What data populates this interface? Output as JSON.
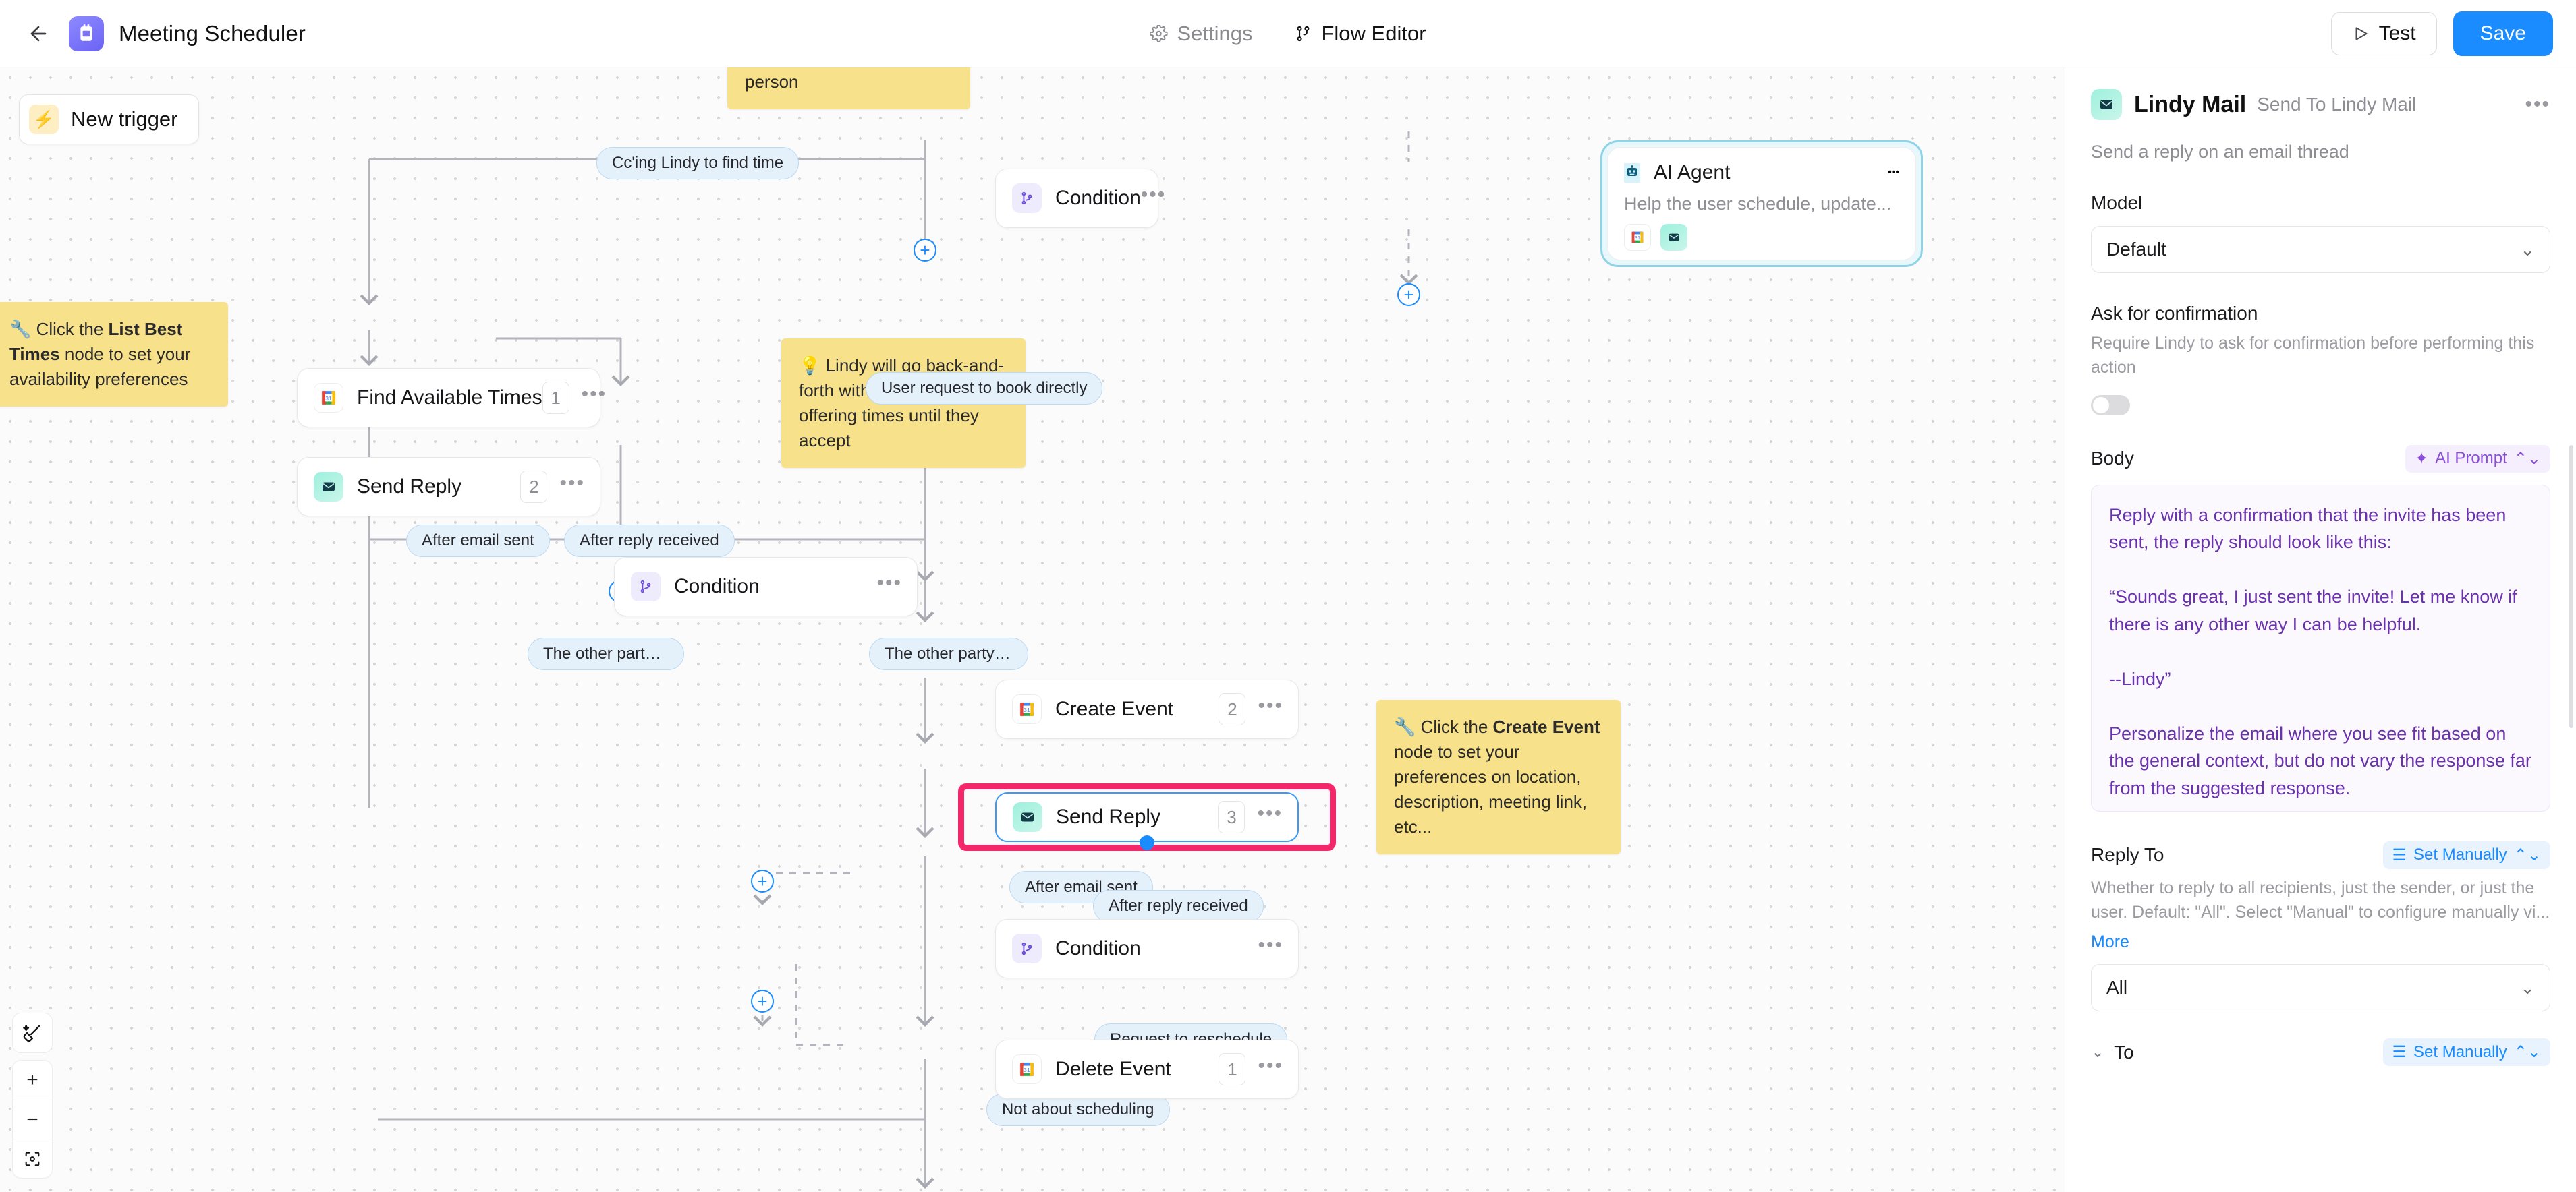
{
  "topbar": {
    "back_icon": "arrow-left-icon",
    "app_icon": "calendar-app-icon",
    "title": "Meeting Scheduler",
    "tabs": [
      {
        "label": "Settings",
        "icon": "gear-icon",
        "active": false
      },
      {
        "label": "Flow Editor",
        "icon": "flow-branch-icon",
        "active": true
      }
    ],
    "test_label": "Test",
    "save_label": "Save",
    "save_color": "#1a8cff"
  },
  "canvas": {
    "new_trigger_label": "New trigger",
    "nodes": [
      {
        "id": "find-available-times",
        "label": "Find Available Times",
        "icon": "google-calendar-icon",
        "count": "1"
      },
      {
        "id": "send-reply-1",
        "label": "Send Reply",
        "icon": "lindy-mail-icon",
        "count": "2"
      },
      {
        "id": "condition-top",
        "label": "Condition",
        "icon": "condition-icon",
        "count": ""
      },
      {
        "id": "condition-mid",
        "label": "Condition",
        "icon": "condition-icon",
        "count": ""
      },
      {
        "id": "create-event",
        "label": "Create Event",
        "icon": "google-calendar-icon",
        "count": "2"
      },
      {
        "id": "send-reply-2",
        "label": "Send Reply",
        "icon": "lindy-mail-icon",
        "count": "3",
        "selected": true
      },
      {
        "id": "condition-low",
        "label": "Condition",
        "icon": "condition-icon",
        "count": ""
      },
      {
        "id": "delete-event",
        "label": "Delete Event",
        "icon": "google-calendar-icon",
        "count": "1"
      }
    ],
    "agent": {
      "title": "AI Agent",
      "icon": "robot-icon",
      "subtitle": "Help the user schedule, update...",
      "tools": [
        "google-calendar-icon",
        "lindy-mail-icon"
      ]
    },
    "edge_labels": [
      "Cc'ing Lindy to find time",
      "User request to book directly",
      "After email sent",
      "After reply received",
      "The other party did not accept an",
      "The other party accepted one tim",
      "After email sent",
      "After reply received",
      "Request to reschedule",
      "Not about scheduling"
    ],
    "notes": [
      {
        "id": "note-top",
        "text": "thread with another person"
      },
      {
        "id": "note-list-best-times",
        "prefix": "🔧 Click the ",
        "bold": "List Best Times",
        "suffix": " node to set your availability preferences"
      },
      {
        "id": "note-back-and-forth",
        "prefix": "💡 Lindy will go back-and-forth with the other person offering times until they accept",
        "bold": "",
        "suffix": ""
      },
      {
        "id": "note-create-event",
        "prefix": "🔧 Click the ",
        "bold": "Create Event",
        "suffix": " node to set your preferences on location, description, meeting link, etc..."
      }
    ],
    "controls": {
      "magic": "magic-wand-icon",
      "zoom_in": "plus-icon",
      "zoom_out": "minus-icon",
      "fit": "fit-view-icon"
    },
    "highlight_color": "#f5276b"
  },
  "panel": {
    "icon": "lindy-mail-icon",
    "title": "Lindy Mail",
    "subtitle": "Send To Lindy Mail",
    "menu_icon": "ellipsis-icon",
    "description": "Send a reply on an email thread",
    "model": {
      "label": "Model",
      "value": "Default"
    },
    "confirmation": {
      "label": "Ask for confirmation",
      "description": "Require Lindy to ask for confirmation before performing this action",
      "enabled": false
    },
    "body": {
      "label": "Body",
      "ai_prompt_label": "AI Prompt",
      "ai_prompt_icon": "sparkle-icon",
      "value": "Reply with a confirmation that the invite has been sent, the reply should look like this:\n\n“Sounds great, I just sent the invite! Let me know if there is any other way I can be helpful.\n\n--Lindy”\n\nPersonalize the email where you see fit based on the general context, but do not vary the response far from the suggested response."
    },
    "reply_to": {
      "label": "Reply To",
      "set_manually_label": "Set Manually",
      "set_manually_icon": "list-icon",
      "description": "Whether to reply to all recipients, just the sender, or just the user. Default: \"All\". Select \"Manual\" to configure manually vi...",
      "more_label": "More",
      "value": "All"
    },
    "to": {
      "label": "To",
      "set_manually_label": "Set Manually",
      "set_manually_icon": "list-icon",
      "collapse_icon": "chevron-down-icon"
    }
  }
}
